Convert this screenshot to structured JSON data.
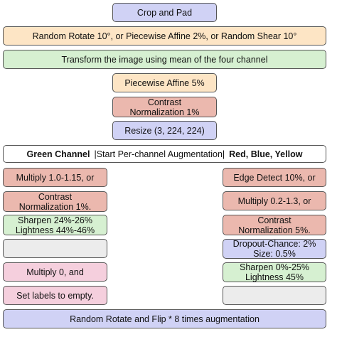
{
  "top_chain": {
    "crop_and_pad": "Crop and Pad",
    "random_rotate": "Random Rotate 10°, or Piecewise Affine 2%, or Random Shear 10°",
    "transform_mean": "Transform the image using mean of the four channel",
    "piecewise_affine": "Piecewise Affine 5%",
    "contrast_normalization": "Contrast\nNormalization 1%",
    "resize": "Resize (3, 224, 224)"
  },
  "split_header": {
    "left_label": "Green Channel",
    "middle_label": "|Start Per-channel Augmentation|",
    "right_label": "Red, Blue, Yellow"
  },
  "green_channel": [
    "Multiply 1.0-1.15, or",
    "Contrast\nNormalization 1%.",
    "Sharpen 24%-26%\nLightness 44%-46%",
    "",
    "Multiply 0, and",
    "Set labels to empty."
  ],
  "other_channels": [
    "Edge Detect 10%, or",
    "Multiply 0.2-1.3, or",
    "Contrast\nNormalization 5%.",
    "Dropout-Chance: 2%\nSize: 0.5%",
    "Sharpen 0%-25%\nLightness 45%",
    ""
  ],
  "final": {
    "random_rotate_flip": "Random Rotate and Flip * 8 times augmentation"
  },
  "colors": {
    "purple": "#d0d2f5",
    "orange": "#fde5c5",
    "green": "#d6f0d1",
    "red": "#ebb8ae",
    "gray": "#ececec",
    "pink": "#f5cfdd"
  }
}
